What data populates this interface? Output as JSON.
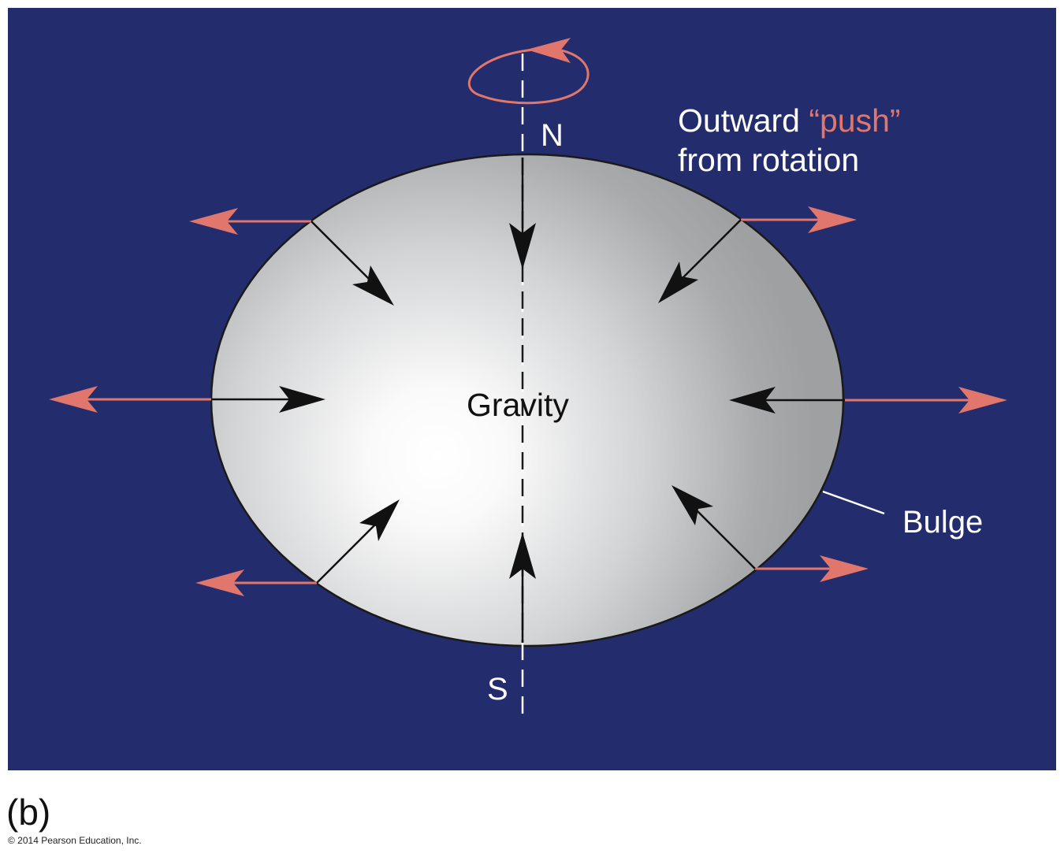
{
  "labels": {
    "north": "N",
    "south": "S",
    "center": "Gravity",
    "bulge": "Bulge",
    "outward_line1_prefix": "Outward ",
    "outward_line1_highlight": "“push”",
    "outward_line2": "from rotation",
    "panel": "(b)",
    "copyright": "© 2014 Pearson Education, Inc."
  },
  "colors": {
    "background": "#232c6c",
    "push_arrow": "#e0766c",
    "gravity_arrow": "#111111",
    "text": "#ffffff"
  }
}
